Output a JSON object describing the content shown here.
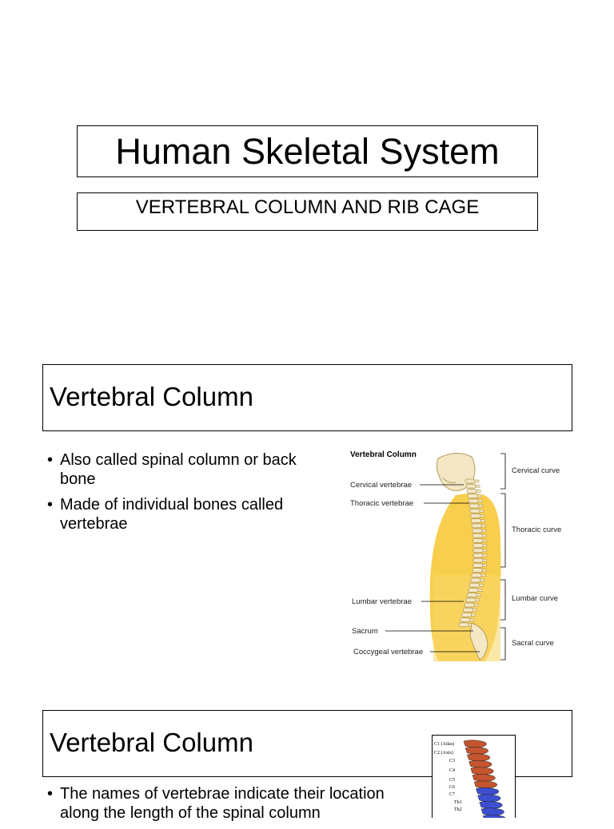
{
  "slide1": {
    "title": "Human Skeletal System",
    "subtitle": "VERTEBRAL COLUMN AND RIB CAGE"
  },
  "slide2": {
    "title": "Vertebral Column",
    "bullets": [
      "Also called spinal column or back bone",
      "Made of individual bones called vertebrae"
    ],
    "figure": {
      "title": "Vertebral Column",
      "left_labels": [
        "Cervical vertebrae",
        "Thoracic vertebrae",
        "Lumbar vertebrae",
        "Sacrum",
        "Coccygeal vertebrae"
      ],
      "right_labels": [
        "Cervical curve",
        "Thoracic curve",
        "Lumbar curve",
        "Sacral curve"
      ],
      "colors": {
        "body": "#f7c93a",
        "bone": "#f3e7c4",
        "bone_outline": "#b49a5a"
      }
    }
  },
  "slide3": {
    "title": "Vertebral Column",
    "bullets": [
      "The names of vertebrae indicate their location along the length of the spinal column"
    ],
    "figure": {
      "labels": [
        "C1 (Atlas)",
        "C2 (Axis)",
        "C3",
        "C4",
        "C5",
        "C6",
        "C7",
        "Th1",
        "Th2"
      ],
      "colors": {
        "cervical": "#c4552e",
        "thoracic": "#3d4fcf"
      }
    }
  }
}
